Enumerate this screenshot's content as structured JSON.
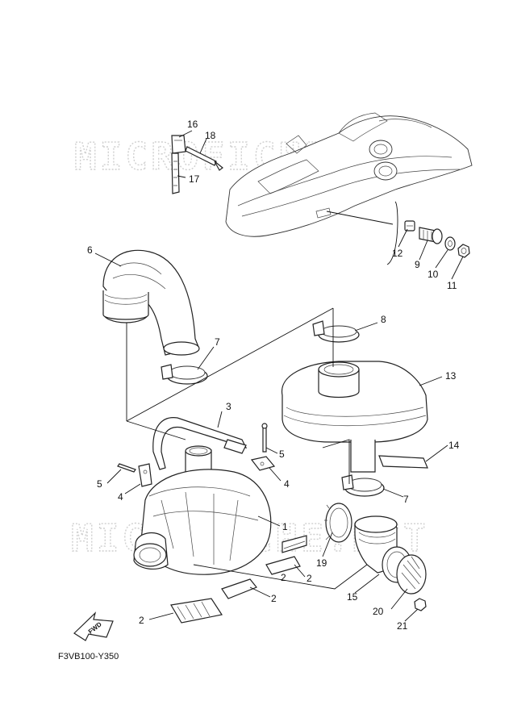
{
  "watermark": "MICROFICHE.NET",
  "diagram_code": "F3VB100-Y350",
  "fwd_label": "FWD",
  "callouts": {
    "c1": "1",
    "c2a": "2",
    "c2b": "2",
    "c2c": "2",
    "c2d": "2",
    "c3": "3",
    "c4a": "4",
    "c4b": "4",
    "c5a": "5",
    "c5b": "5",
    "c6": "6",
    "c7a": "7",
    "c7b": "7",
    "c8": "8",
    "c9": "9",
    "c10": "10",
    "c11": "11",
    "c12": "12",
    "c13": "13",
    "c14": "14",
    "c15": "15",
    "c16": "16",
    "c17": "17",
    "c18": "18",
    "c19": "19",
    "c20": "20",
    "c21": "21"
  }
}
